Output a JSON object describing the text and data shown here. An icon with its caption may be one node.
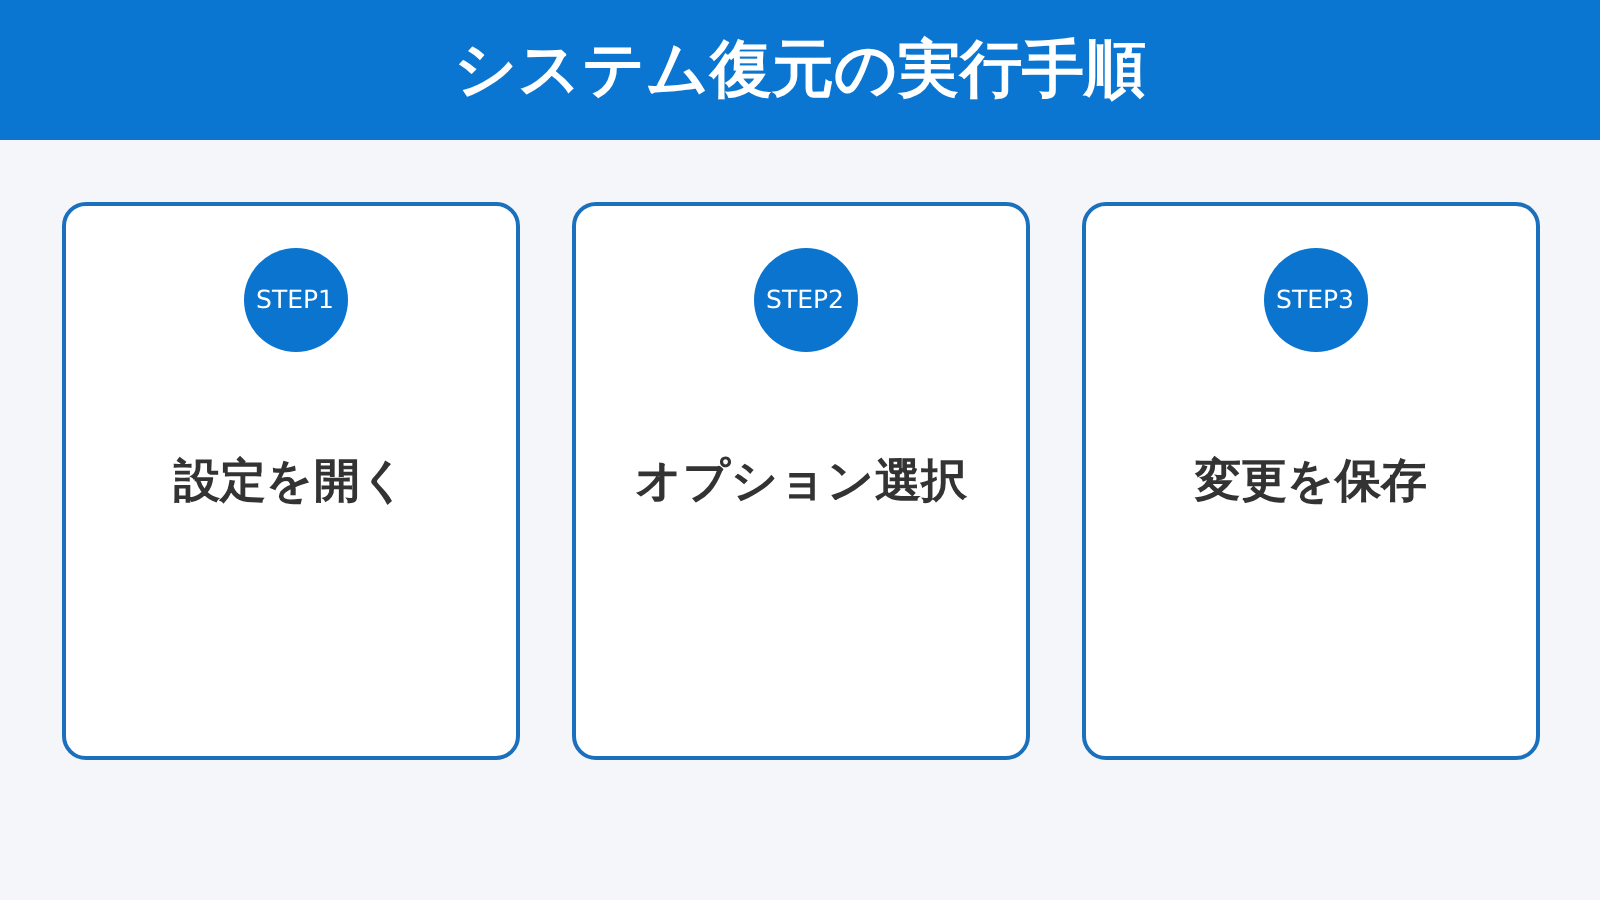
{
  "diagram": {
    "title": "システム復元の実行手順",
    "nodes": [
      {
        "text": [
          "設定を開く"
        ]
      },
      {
        "text": [
          "STEP1"
        ],
        "in": 0
      },
      {
        "text": [
          "オプション選択"
        ]
      },
      {
        "text": [
          "STEP2"
        ],
        "in": 2
      },
      {
        "text": [
          "変更を保存"
        ]
      },
      {
        "text": [
          "STEP3"
        ],
        "in": 4
      }
    ]
  }
}
